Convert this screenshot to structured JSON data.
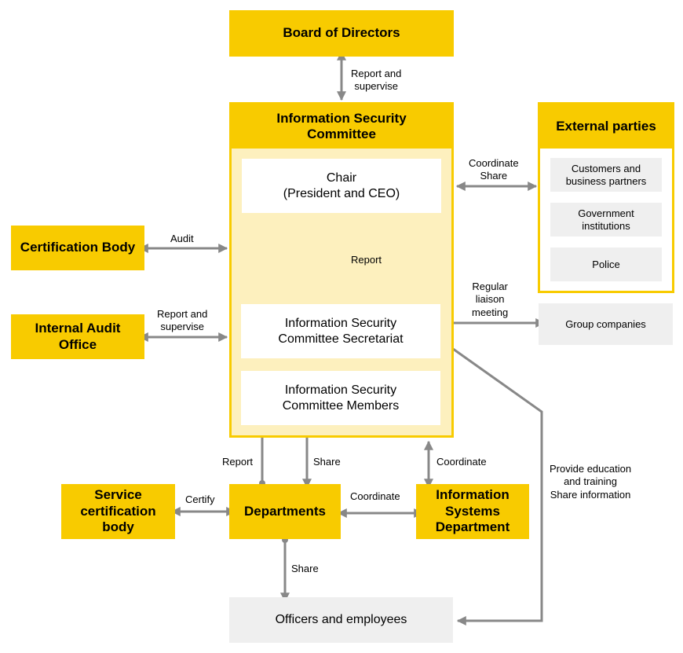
{
  "nodes": {
    "board": "Board of Directors",
    "committee": "Information Security\nCommittee",
    "chair": "Chair\n(President and CEO)",
    "secretariat": "Information Security\nCommittee Secretariat",
    "members": "Information Security\nCommittee Members",
    "external": "External parties",
    "customers": "Customers and\nbusiness partners",
    "government": "Government\ninstitutions",
    "police": "Police",
    "group": "Group companies",
    "certification_body": "Certification Body",
    "internal_audit": "Internal Audit\nOffice",
    "service_cert": "Service\ncertification\nbody",
    "departments": "Departments",
    "info_systems": "Information\nSystems\nDepartment",
    "officers": "Officers and employees"
  },
  "edges": {
    "board_committee": "Report and\nsupervise",
    "committee_external": "Coordinate\nShare",
    "secretariat_chair": "Report",
    "secretariat_group": "Regular\nliaison\nmeeting",
    "audit": "Audit",
    "internal_audit": "Report and\nsupervise",
    "dept_report": "Report",
    "dept_share": "Share",
    "committee_infosys": "Coordinate",
    "certify": "Certify",
    "dept_infosys": "Coordinate",
    "dept_officers": "Share",
    "education": "Provide education\nand training\nShare information"
  },
  "colors": {
    "yellow": "#f8cb00",
    "light_yellow": "#fdf0be",
    "grey": "#efefef",
    "arrow": "#888888"
  }
}
